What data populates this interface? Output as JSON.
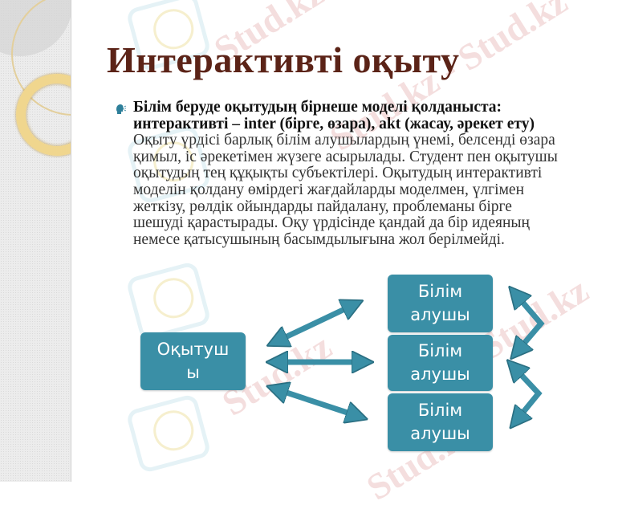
{
  "slide": {
    "title": "Интерактивті оқыту",
    "bullet_icon": "speaking-head-icon",
    "bold_lines": [
      "Білім беруде оқытудың бірнеше моделі қолданыста:",
      "интерактивті – inter (бірге, өзара), akt (жасау, әрекет ету)"
    ],
    "body_lines": [
      "Оқыту үрдісі барлық білім алушылардың үнемі, белсенді өзара",
      "қимыл, іс әрекетімен жүзеге асырылады. Студент пен оқытушы",
      "оқытудың тең құқықты субъектілері. Оқытудың интерактивті",
      "моделін қолдану өмірдегі жағдайларды моделмен, үлгімен",
      "жеткізу, рөлдік ойындарды пайдалану, проблеманы бірге",
      "шешуді қарастырады. Оқу үрдісінде қандай да бір идеяның",
      "немесе қатысушының басымдылығына жол берілмейді."
    ]
  },
  "diagram": {
    "teacher_box": {
      "line1": "Оқытуш",
      "line2": "ы"
    },
    "student_boxes": [
      {
        "line1": "Білім",
        "line2": "алушы"
      },
      {
        "line1": "Білім",
        "line2": "алушы"
      },
      {
        "line1": "Білім",
        "line2": "алушы"
      }
    ],
    "colors": {
      "box": "#3a8fa6",
      "arrow": "#3a8fa6",
      "title": "#5b2317"
    }
  },
  "watermarks": [
    "Stud.kz",
    "Stud.kz - Stud.kz",
    "Stud.kz",
    "Stud.kz",
    "Stud.kz"
  ]
}
